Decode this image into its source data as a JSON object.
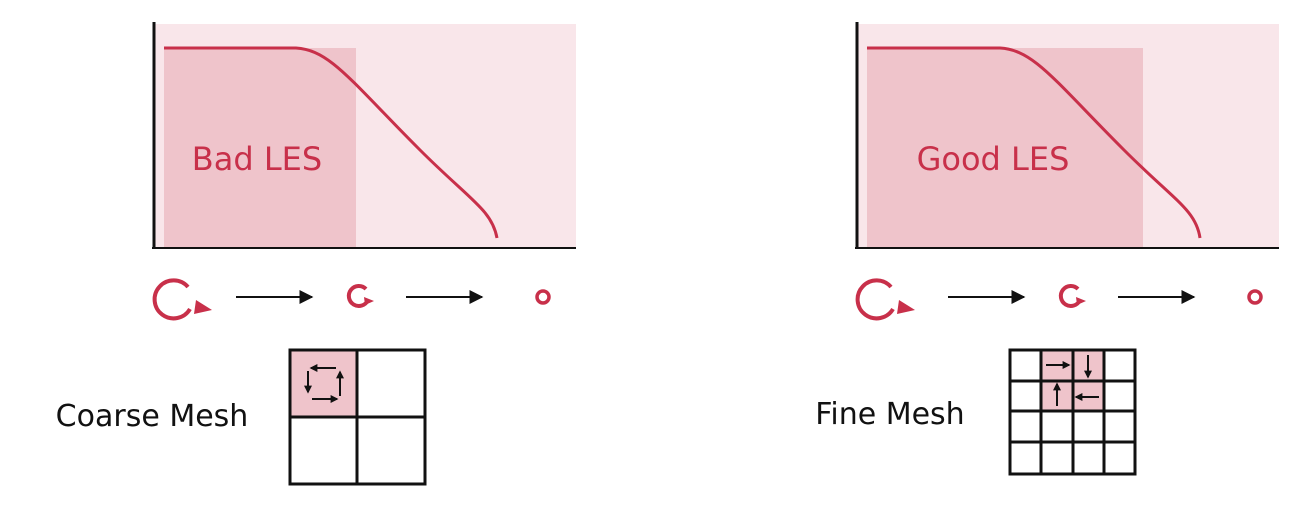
{
  "colors": {
    "accent": "#c8304a",
    "panel_bg": "#f9e6ea",
    "resolved_fill": "#efc4cb",
    "axis": "#111111",
    "grid": "#111111"
  },
  "panels": [
    {
      "region_label": "Bad LES",
      "mesh_label": "Coarse Mesh"
    },
    {
      "region_label": "Good LES",
      "mesh_label": "Fine Mesh"
    }
  ],
  "icons": {
    "eddy": "rotating-arrow-icon",
    "cascade_arrow": "right-arrow-icon"
  }
}
